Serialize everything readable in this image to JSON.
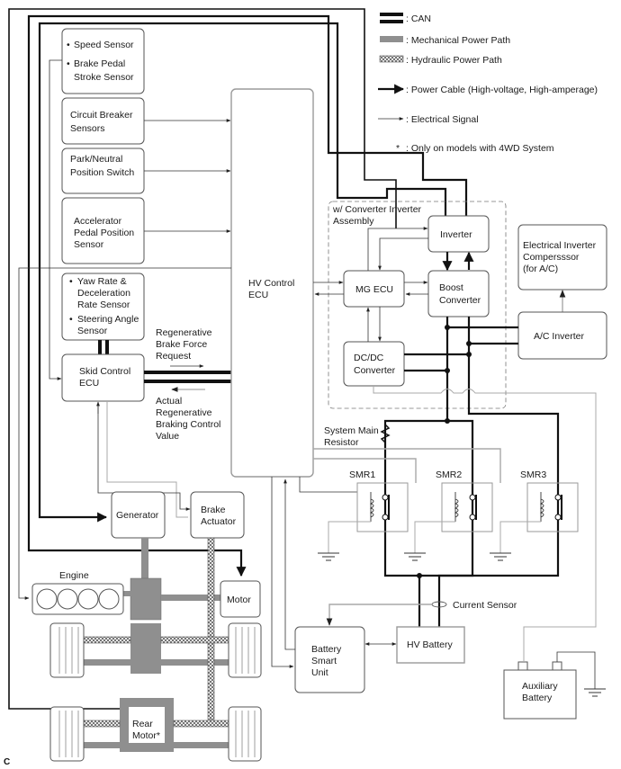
{
  "legend": {
    "can": ": CAN",
    "mechanical": ": Mechanical Power Path",
    "hydraulic": ": Hydraulic Power Path",
    "power_cable": ": Power Cable (High-voltage, High-amperage)",
    "signal": ": Electrical Signal",
    "note_symbol": "*",
    "note": ": Only on models with 4WD System"
  },
  "sensors": {
    "speed": "Speed Sensor",
    "brake_pedal_1": "Brake Pedal",
    "brake_pedal_2": "Stroke Sensor",
    "circuit_breaker_1": "Circuit Breaker",
    "circuit_breaker_2": "Sensors",
    "park_neutral_1": "Park/Neutral",
    "park_neutral_2": "Position Switch",
    "accel_1": "Accelerator",
    "accel_2": "Pedal Position",
    "accel_3": "Sensor",
    "yaw_1": "Yaw Rate &",
    "yaw_2": "Deceleration",
    "yaw_3": "Rate Sensor",
    "steering_1": "Steering Angle",
    "steering_2": "Sensor",
    "bullet": "•"
  },
  "ecus": {
    "hv_control_1": "HV Control",
    "hv_control_2": "ECU",
    "skid_control_1": "Skid Control",
    "skid_control_2": "ECU",
    "mg_ecu": "MG ECU",
    "battery_smart_1": "Battery",
    "battery_smart_2": "Smart",
    "battery_smart_3": "Unit"
  },
  "converter_assembly": {
    "title_1": "w/ Converter Inverter",
    "title_2": "Assembly",
    "inverter": "Inverter",
    "boost_1": "Boost",
    "boost_2": "Converter",
    "dcdc_1": "DC/DC",
    "dcdc_2": "Converter"
  },
  "ac": {
    "compressor_1": "Electrical Inverter",
    "compressor_2": "Compersssor",
    "compressor_3": "(for A/C)",
    "inverter": "A/C Inverter"
  },
  "signals": {
    "regen_request_1": "Regenerative",
    "regen_request_2": "Brake Force",
    "regen_request_3": "Request",
    "actual_regen_1": "Actual",
    "actual_regen_2": "Regenerative",
    "actual_regen_3": "Braking Control",
    "actual_regen_4": "Value"
  },
  "relays": {
    "resistor_1": "System Main",
    "resistor_2": "Resistor",
    "smr1": "SMR1",
    "smr2": "SMR2",
    "smr3": "SMR3",
    "current_sensor": "Current Sensor"
  },
  "drivetrain": {
    "generator": "Generator",
    "brake_actuator_1": "Brake",
    "brake_actuator_2": "Actuator",
    "engine": "Engine",
    "motor": "Motor",
    "rear_motor_1": "Rear",
    "rear_motor_2": "Motor*"
  },
  "batteries": {
    "hv_battery": "HV Battery",
    "aux_1": "Auxiliary",
    "aux_2": "Battery"
  },
  "figure_code": "C"
}
